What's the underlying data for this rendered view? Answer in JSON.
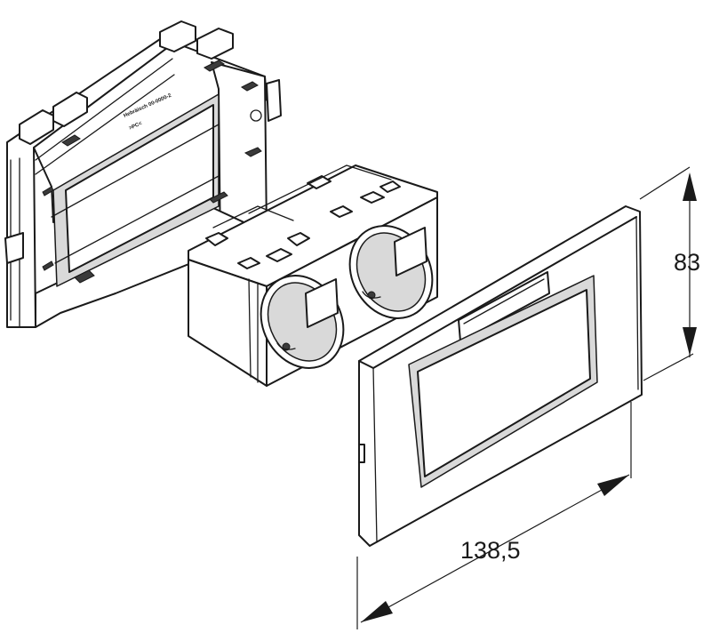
{
  "dimensions": {
    "height_label": "83",
    "width_label": "138,5"
  },
  "frame_marking": {
    "line1": "Hebräisch 00-0000-2",
    "line2": ">PC<"
  }
}
